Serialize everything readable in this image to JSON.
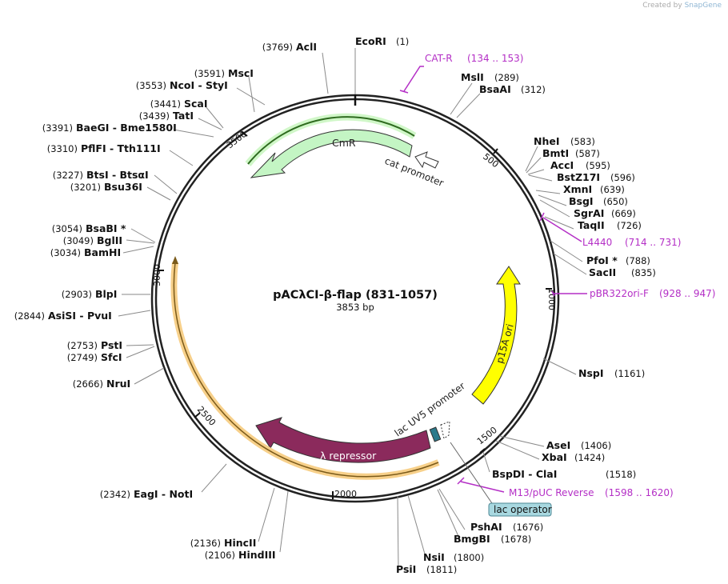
{
  "watermark": {
    "prefix": "Created by",
    "brand": "SnapGene"
  },
  "plasmid": {
    "name": "pACλCI-β-flap (831-1057)",
    "length_text": "3853 bp"
  },
  "ruler": [
    "500",
    "1000",
    "1500",
    "2000",
    "2500",
    "3000",
    "3500"
  ],
  "features": {
    "cmr": "CmR",
    "cat_promoter": "cat promoter",
    "p15a_ori": "p15A ori",
    "lac_uv5": "lac UV5 promoter",
    "lambda_repressor": "λ repressor",
    "lac_operator": "lac operator"
  },
  "primers": [
    {
      "name": "CAT-R",
      "range": "(134 .. 153)"
    },
    {
      "name": "L4440",
      "range": "(714 .. 731)"
    },
    {
      "name": "pBR322ori-F",
      "range": "(928 .. 947)"
    },
    {
      "name": "M13/pUC Reverse",
      "range": "(1598 .. 1620)"
    }
  ],
  "enzymes_right": [
    {
      "name": "EcoRI",
      "pos": "(1)"
    },
    {
      "name": "MslI",
      "pos": "(289)"
    },
    {
      "name": "BsaAI",
      "pos": "(312)"
    },
    {
      "name": "NheI",
      "pos": "(583)"
    },
    {
      "name": "BmtI",
      "pos": "(587)"
    },
    {
      "name": "AccI",
      "pos": "(595)"
    },
    {
      "name": "BstZ17I",
      "pos": "(596)"
    },
    {
      "name": "XmnI",
      "pos": "(639)"
    },
    {
      "name": "BsgI",
      "pos": "(650)"
    },
    {
      "name": "SgrAI",
      "pos": "(669)"
    },
    {
      "name": "TaqII",
      "pos": "(726)"
    },
    {
      "name": "PfoI *",
      "pos": "(788)"
    },
    {
      "name": "SacII",
      "pos": "(835)"
    },
    {
      "name": "NspI",
      "pos": "(1161)"
    },
    {
      "name": "AseI",
      "pos": "(1406)"
    },
    {
      "name": "XbaI",
      "pos": "(1424)"
    },
    {
      "name": "BspDI - ClaI",
      "pos": "(1518)"
    },
    {
      "name": "PshAI",
      "pos": "(1676)"
    },
    {
      "name": "BmgBI",
      "pos": "(1678)"
    },
    {
      "name": "NsiI",
      "pos": "(1800)"
    },
    {
      "name": "PsiI",
      "pos": "(1811)"
    }
  ],
  "enzymes_left": [
    {
      "name": "AclI",
      "pos": "(3769)"
    },
    {
      "name": "MscI",
      "pos": "(3591)"
    },
    {
      "name": "NcoI - StyI",
      "pos": "(3553)"
    },
    {
      "name": "ScaI",
      "pos": "(3441)"
    },
    {
      "name": "TatI",
      "pos": "(3439)"
    },
    {
      "name": "BaeGI - Bme1580I",
      "pos": "(3391)"
    },
    {
      "name": "PflFI - Tth111I",
      "pos": "(3310)"
    },
    {
      "name": "BtsI - BtsαI",
      "pos": "(3227)"
    },
    {
      "name": "Bsu36I",
      "pos": "(3201)"
    },
    {
      "name": "BsaBI *",
      "pos": "(3054)"
    },
    {
      "name": "BglII",
      "pos": "(3049)"
    },
    {
      "name": "BamHI",
      "pos": "(3034)"
    },
    {
      "name": "BlpI",
      "pos": "(2903)"
    },
    {
      "name": "AsiSI - PvuI",
      "pos": "(2844)"
    },
    {
      "name": "PstI",
      "pos": "(2753)"
    },
    {
      "name": "SfcI",
      "pos": "(2749)"
    },
    {
      "name": "NruI",
      "pos": "(2666)"
    },
    {
      "name": "EagI - NotI",
      "pos": "(2342)"
    },
    {
      "name": "HincII",
      "pos": "(2136)"
    },
    {
      "name": "HindIII",
      "pos": "(2106)"
    }
  ],
  "colors": {
    "cmr": "#c4f5c4",
    "cmr_border": "#5ab85a",
    "cat_promoter": "#ffffff",
    "p15a_ori": "#ffff00",
    "lambda_repressor": "#8b2a5c",
    "lac_operator": "#a8d8e0",
    "lac_uv5": "#2a7a8c",
    "primer": "#b42fc6",
    "orange_feature": "#f5c87a"
  }
}
